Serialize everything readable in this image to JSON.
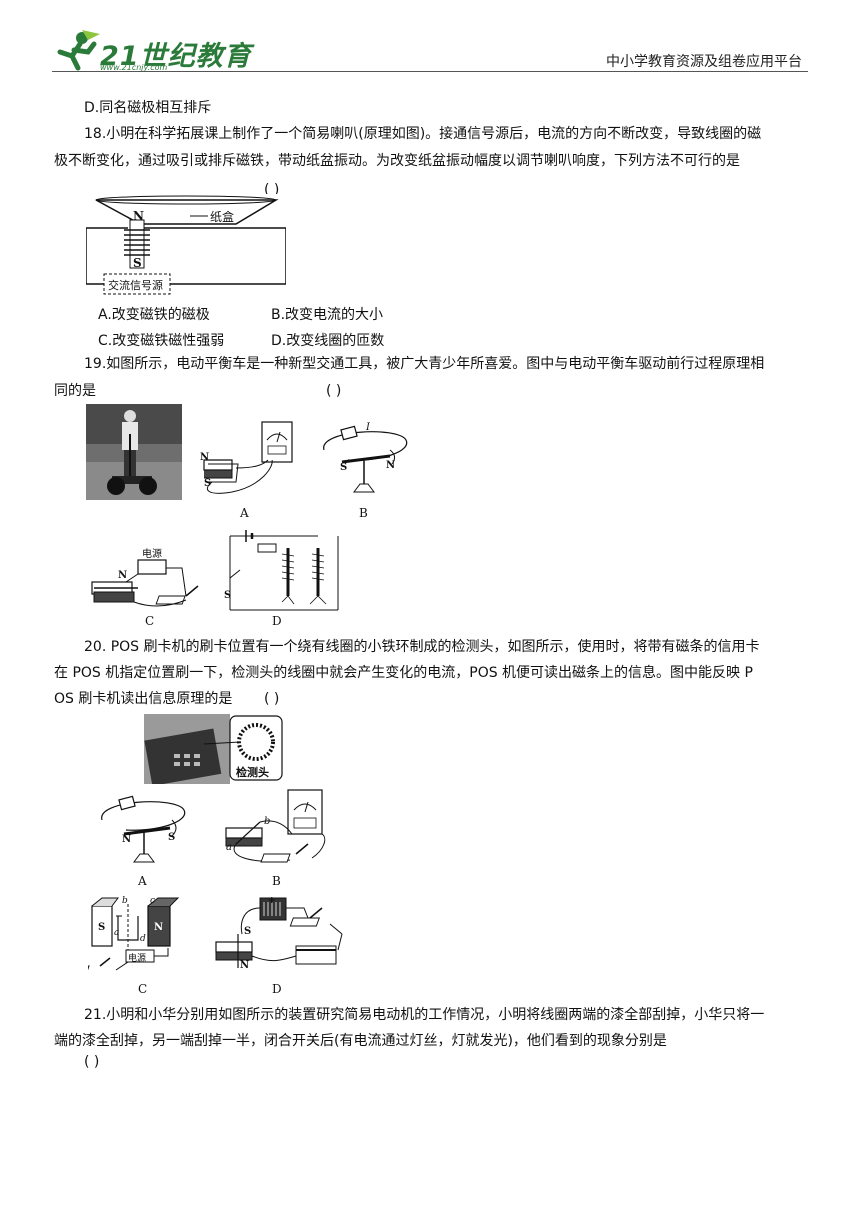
{
  "header": {
    "logo_text": "21世纪教育",
    "logo_url": "www.21cnjy.com",
    "platform": "中小学教育资源及组卷应用平台"
  },
  "prev": {
    "option_d": "D.同名磁极相互排斥"
  },
  "q18": {
    "line1": "18.小明在科学拓展课上制作了一个简易喇叭(原理如图)。接通信号源后，电流的方向不断改变，导致线圈的磁",
    "line2": "极不断变化，通过吸引或排斥磁铁，带动纸盆振动。为改变纸盆振动幅度以调节喇叭响度，下列方法不可行的是",
    "bracket": "(    )",
    "fig": {
      "n": "N",
      "s": "S",
      "paper_cone": "纸盒",
      "source": "交流信号源"
    },
    "options": {
      "a": "A.改变磁铁的磁极",
      "b": "B.改变电流的大小",
      "c": "C.改变磁铁磁性强弱",
      "d": "D.改变线圈的匝数"
    }
  },
  "q19": {
    "line1": "19.如图所示，电动平衡车是一种新型交通工具，被广大青少年所喜爱。图中与电动平衡车驱动前行过程原理相",
    "line2": "同的是",
    "bracket": "(    )",
    "fig": {
      "a": "A",
      "b": "B",
      "c": "C",
      "d": "D",
      "n": "N",
      "s": "S",
      "i": "I",
      "power": "电源"
    }
  },
  "q20": {
    "line1": "20.  POS 刷卡机的刷卡位置有一个绕有线圈的小铁环制成的检测头，如图所示，使用时，将带有磁条的信用卡",
    "line2": "在 POS 机指定位置刷一下，检测头的线圈中就会产生变化的电流，POS 机便可读出磁条上的信息。图中能反映  P",
    "line3": "OS 刷卡机读出信息原理的是",
    "bracket": "(    )",
    "fig": {
      "head": "检测头",
      "a": "A",
      "b": "B",
      "c": "C",
      "d": "D",
      "n": "N",
      "s": "S",
      "power": "电源",
      "la": "a",
      "lb": "b",
      "lc": "c",
      "ld": "d"
    }
  },
  "q21": {
    "line1": "21.小明和小华分别用如图所示的装置研究简易电动机的工作情况，小明将线圈两端的漆全部刮掉，小华只将一",
    "line2": "端的漆全刮掉，另一端刮掉一半，闭合开关后(有电流通过灯丝，灯就发光)，他们看到的现象分别是",
    "bracket": "(    )"
  }
}
